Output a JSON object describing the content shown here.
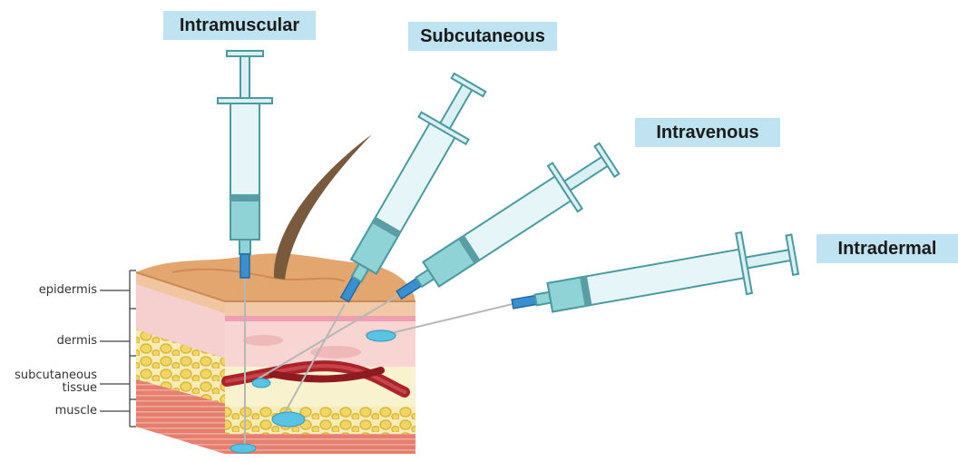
{
  "labels": {
    "intramuscular": "Intramuscular",
    "subcutaneous": "Subcutaneous",
    "intravenous": "Intravenous",
    "intradermal": "Intradermal"
  },
  "layers": {
    "epidermis": "epidermis",
    "dermis": "dermis",
    "subcutaneous_tissue_line1": "subcutaneous",
    "subcutaneous_tissue_line2": "tissue",
    "muscle": "muscle"
  },
  "colors": {
    "label_bg": "#bfe3f1",
    "syringe_barrel": "#d9f1f4",
    "syringe_fluid": "#8fd3d6",
    "syringe_outline": "#4a9aa0",
    "needle_hub": "#3a8fd0",
    "medicine": "#59c3e3",
    "skin_top": "#e8b184",
    "epidermis": "#f2c9a6",
    "dermis": "#f6c7c7",
    "fat": "#f4e08a",
    "muscle": "#e98d7f",
    "vein": "#a8232b",
    "hair": "#7a5a3c"
  }
}
